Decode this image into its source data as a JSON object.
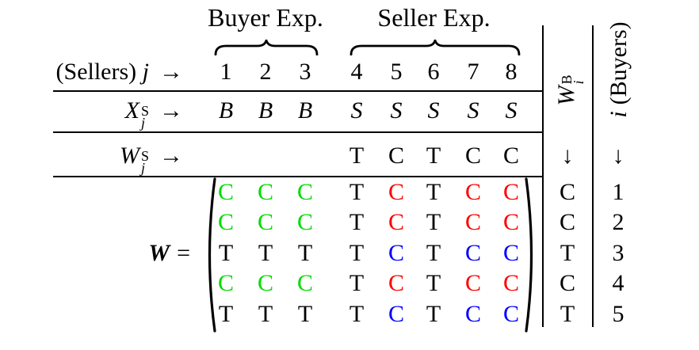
{
  "colors": {
    "green": "#00DC00",
    "red": "#FF0000",
    "blue": "#0000FF",
    "black": "#000000"
  },
  "header": {
    "buyer_group": "Buyer Exp.",
    "seller_group": "Seller Exp.",
    "sellers_label": "(Sellers)",
    "sellers_var": "j",
    "right_arrow": "→",
    "columns": [
      "1",
      "2",
      "3",
      "4",
      "5",
      "6",
      "7",
      "8"
    ]
  },
  "x_row": {
    "base": "X",
    "sup": "S",
    "sub": "j",
    "values": [
      "B",
      "B",
      "B",
      "S",
      "S",
      "S",
      "S",
      "S"
    ]
  },
  "ws_row": {
    "base": "W",
    "sup": "S",
    "sub": "j",
    "values": [
      "T",
      "C",
      "T",
      "C",
      "C"
    ]
  },
  "down_arrow": "↓",
  "matrix": {
    "symbol": "W",
    "equals": "=",
    "rows": [
      {
        "cells": [
          {
            "ch": "C",
            "color": "green"
          },
          {
            "ch": "C",
            "color": "green"
          },
          {
            "ch": "C",
            "color": "green"
          },
          {
            "ch": "T",
            "color": "black"
          },
          {
            "ch": "C",
            "color": "red"
          },
          {
            "ch": "T",
            "color": "black"
          },
          {
            "ch": "C",
            "color": "red"
          },
          {
            "ch": "C",
            "color": "red"
          }
        ],
        "wb": "C",
        "idx": "1"
      },
      {
        "cells": [
          {
            "ch": "C",
            "color": "green"
          },
          {
            "ch": "C",
            "color": "green"
          },
          {
            "ch": "C",
            "color": "green"
          },
          {
            "ch": "T",
            "color": "black"
          },
          {
            "ch": "C",
            "color": "red"
          },
          {
            "ch": "T",
            "color": "black"
          },
          {
            "ch": "C",
            "color": "red"
          },
          {
            "ch": "C",
            "color": "red"
          }
        ],
        "wb": "C",
        "idx": "2"
      },
      {
        "cells": [
          {
            "ch": "T",
            "color": "black"
          },
          {
            "ch": "T",
            "color": "black"
          },
          {
            "ch": "T",
            "color": "black"
          },
          {
            "ch": "T",
            "color": "black"
          },
          {
            "ch": "C",
            "color": "blue"
          },
          {
            "ch": "T",
            "color": "black"
          },
          {
            "ch": "C",
            "color": "blue"
          },
          {
            "ch": "C",
            "color": "blue"
          }
        ],
        "wb": "T",
        "idx": "3"
      },
      {
        "cells": [
          {
            "ch": "C",
            "color": "green"
          },
          {
            "ch": "C",
            "color": "green"
          },
          {
            "ch": "C",
            "color": "green"
          },
          {
            "ch": "T",
            "color": "black"
          },
          {
            "ch": "C",
            "color": "red"
          },
          {
            "ch": "T",
            "color": "black"
          },
          {
            "ch": "C",
            "color": "red"
          },
          {
            "ch": "C",
            "color": "red"
          }
        ],
        "wb": "C",
        "idx": "4"
      },
      {
        "cells": [
          {
            "ch": "T",
            "color": "black"
          },
          {
            "ch": "T",
            "color": "black"
          },
          {
            "ch": "T",
            "color": "black"
          },
          {
            "ch": "T",
            "color": "black"
          },
          {
            "ch": "C",
            "color": "blue"
          },
          {
            "ch": "T",
            "color": "black"
          },
          {
            "ch": "C",
            "color": "blue"
          },
          {
            "ch": "C",
            "color": "blue"
          }
        ],
        "wb": "T",
        "idx": "5"
      }
    ]
  },
  "wb_header": {
    "base": "W",
    "sup": "B",
    "sub": "i"
  },
  "buyers_header": {
    "var": "i",
    "rest": "(Buyers)"
  }
}
